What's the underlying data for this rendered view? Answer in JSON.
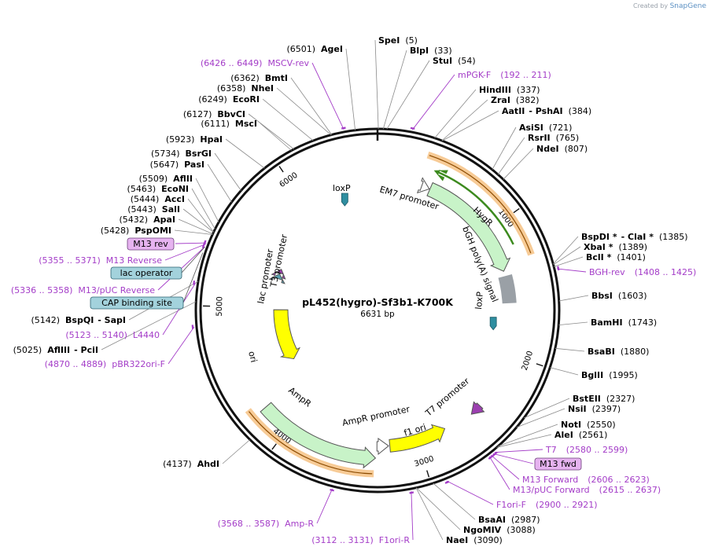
{
  "credit": {
    "prefix": "Created by",
    "brand": "SnapGene"
  },
  "plasmid": {
    "name": "pL452(hygro)-Sf3b1-K700K",
    "length_label": "6631 bp",
    "length": 6631
  },
  "colors": {
    "primer": "#a43dc8",
    "green_feature": "#c8f3c8",
    "yellow_feature": "#ffff00",
    "orange_outline": "#f0a040",
    "hygro_line": "#3c8a1e",
    "loxp": "#2f8ea0",
    "grey_feature": "#9aa0a6",
    "label_box_blue": "#a3d2dc",
    "label_box_purple": "#e6b3f0"
  },
  "ticks": [
    "1000",
    "2000",
    "3000",
    "4000",
    "5000",
    "6000"
  ],
  "enzymes": [
    {
      "name": "SpeI",
      "pos": "(5)",
      "bp": 5
    },
    {
      "name": "BlpI",
      "pos": "(33)",
      "bp": 33
    },
    {
      "name": "StuI",
      "pos": "(54)",
      "bp": 54
    },
    {
      "name": "HindIII",
      "pos": "(337)",
      "bp": 337
    },
    {
      "name": "ZraI",
      "pos": "(382)",
      "bp": 382
    },
    {
      "name": "AatII",
      "extra": "- PshAI",
      "pos": "(384)",
      "bp": 384
    },
    {
      "name": "AsiSI",
      "pos": "(721)",
      "bp": 721
    },
    {
      "name": "RsrII",
      "pos": "(765)",
      "bp": 765
    },
    {
      "name": "NdeI",
      "pos": "(807)",
      "bp": 807
    },
    {
      "name": "BspDI *",
      "extra": "- ClaI *",
      "pos": "(1385)",
      "bp": 1385
    },
    {
      "name": "XbaI *",
      "pos": "(1389)",
      "bp": 1389
    },
    {
      "name": "BclI *",
      "pos": "(1401)",
      "bp": 1401
    },
    {
      "name": "BbsI",
      "pos": "(1603)",
      "bp": 1603
    },
    {
      "name": "BamHI",
      "pos": "(1743)",
      "bp": 1743
    },
    {
      "name": "BsaBI",
      "pos": "(1880)",
      "bp": 1880
    },
    {
      "name": "BglII",
      "pos": "(1995)",
      "bp": 1995
    },
    {
      "name": "BstEII",
      "pos": "(2327)",
      "bp": 2327
    },
    {
      "name": "NsiI",
      "pos": "(2397)",
      "bp": 2397
    },
    {
      "name": "NotI",
      "pos": "(2550)",
      "bp": 2550
    },
    {
      "name": "AleI",
      "pos": "(2561)",
      "bp": 2561
    },
    {
      "name": "BsaAI",
      "pos": "(2987)",
      "bp": 2987
    },
    {
      "name": "NgoMIV",
      "pos": "(3088)",
      "bp": 3088
    },
    {
      "name": "NaeI",
      "pos": "(3090)",
      "bp": 3090
    },
    {
      "name": "AhdI",
      "pos": "(4137)",
      "bp": 4137
    },
    {
      "name": "AflIII",
      "extra": "- PciI",
      "pos": "(5025)",
      "bp": 5025
    },
    {
      "name": "BspQI",
      "extra": "- SapI",
      "pos": "(5142)",
      "bp": 5142
    },
    {
      "name": "PspOMI",
      "pos": "(5428)",
      "bp": 5428
    },
    {
      "name": "ApaI",
      "pos": "(5432)",
      "bp": 5432
    },
    {
      "name": "SalI",
      "pos": "(5443)",
      "bp": 5443
    },
    {
      "name": "AccI",
      "pos": "(5444)",
      "bp": 5444
    },
    {
      "name": "EcoNI",
      "pos": "(5463)",
      "bp": 5463
    },
    {
      "name": "AflII",
      "pos": "(5509)",
      "bp": 5509
    },
    {
      "name": "PasI",
      "pos": "(5647)",
      "bp": 5647
    },
    {
      "name": "BsrGI",
      "pos": "(5734)",
      "bp": 5734
    },
    {
      "name": "HpaI",
      "pos": "(5923)",
      "bp": 5923
    },
    {
      "name": "MscI",
      "pos": "(6111)",
      "bp": 6111
    },
    {
      "name": "BbvCI",
      "pos": "(6127)",
      "bp": 6127
    },
    {
      "name": "EcoRI",
      "pos": "(6249)",
      "bp": 6249
    },
    {
      "name": "NheI",
      "pos": "(6358)",
      "bp": 6358
    },
    {
      "name": "BmtI",
      "pos": "(6362)",
      "bp": 6362
    },
    {
      "name": "AgeI",
      "pos": "(6501)",
      "bp": 6501
    }
  ],
  "primers": [
    {
      "name": "MSCV-rev",
      "range": "(6426 .. 6449)",
      "bp": 6437
    },
    {
      "name": "mPGK-F",
      "range": "(192 .. 211)",
      "bp": 201
    },
    {
      "name": "BGH-rev",
      "range": "(1408 .. 1425)",
      "bp": 1416
    },
    {
      "name": "T7",
      "range": "(2580 .. 2599)",
      "bp": 2589
    },
    {
      "name": "M13 fwd",
      "range": "",
      "bp": 2600,
      "boxed": true
    },
    {
      "name": "M13 Forward",
      "range": "(2606 .. 2623)",
      "bp": 2614
    },
    {
      "name": "M13/pUC Forward",
      "range": "(2615 .. 2637)",
      "bp": 2626
    },
    {
      "name": "F1ori-F",
      "range": "(2900 .. 2921)",
      "bp": 2910
    },
    {
      "name": "F1ori-R",
      "range": "(3112 .. 3131)",
      "bp": 3121
    },
    {
      "name": "Amp-R",
      "range": "(3568 .. 3587)",
      "bp": 3577
    },
    {
      "name": "pBR322ori-F",
      "range": "(4870 .. 4889)",
      "bp": 4879
    },
    {
      "name": "L4440",
      "range": "(5123 .. 5140)",
      "bp": 5131
    },
    {
      "name": "M13/pUC Reverse",
      "range": "(5336 .. 5358)",
      "bp": 5347
    },
    {
      "name": "M13 Reverse",
      "range": "(5355 .. 5371)",
      "bp": 5363
    },
    {
      "name": "M13 rev",
      "range": "",
      "bp": 5370,
      "boxed": true
    }
  ],
  "boxed_features": [
    {
      "name": "lac operator",
      "bp": 5345
    },
    {
      "name": "CAP binding site",
      "bp": 5310
    }
  ],
  "features": [
    {
      "name": "EM7 promoter"
    },
    {
      "name": "HygR"
    },
    {
      "name": "bGH poly(A) signal"
    },
    {
      "name": "loxP"
    },
    {
      "name": "loxP"
    },
    {
      "name": "T7 promoter"
    },
    {
      "name": "f1 ori"
    },
    {
      "name": "AmpR promoter"
    },
    {
      "name": "AmpR"
    },
    {
      "name": "ori"
    },
    {
      "name": "lac promoter"
    },
    {
      "name": "T3 promoter"
    }
  ]
}
